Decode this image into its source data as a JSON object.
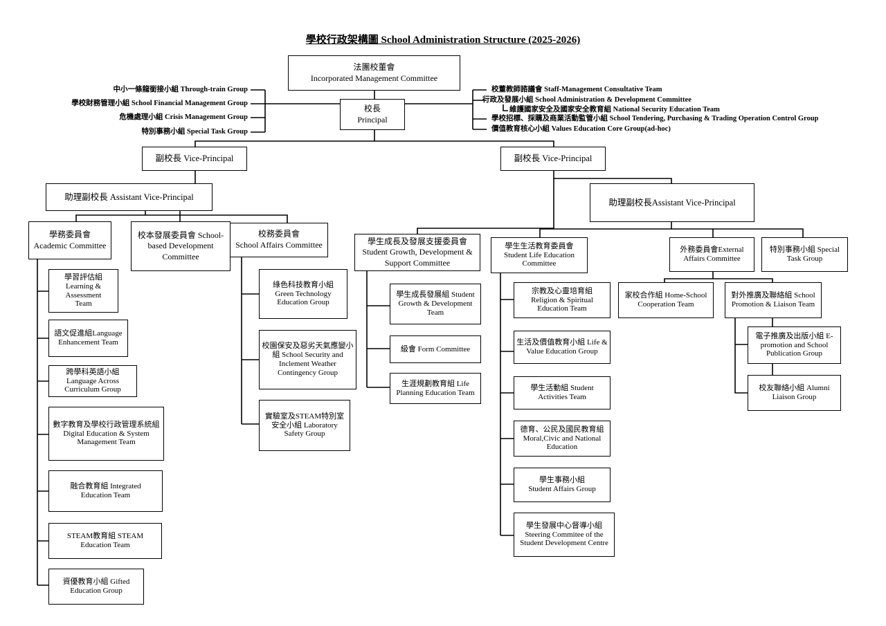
{
  "title": "學校行政架構圖  School Administration Structure (2025-2026)",
  "imc": {
    "zh": "法團校董會",
    "en": "Incorporated Management Committee"
  },
  "principal": {
    "zh": "校長",
    "en": "Principal"
  },
  "left_groups": [
    "中小一條龍銜接小組  Through-train  Group",
    "學校財務管理小組 School Financial Management Group",
    "危機處理小組 Crisis Management Group",
    "特別事務小組 Special Task Group"
  ],
  "right_groups": [
    "校董教師諮議會 Staff-Management Consultative Team",
    "行政及發展小組 School Administration & Development Committee",
    "維護國家安全及國家安全教育組  National Security Education Team",
    "學校招標、採購及商業活動監管小組  School Tendering, Purchasing & Trading Operation Control Group",
    "價值教育核心小組  Values Education Core Group(ad-hoc)"
  ],
  "vp_left": "副校長 Vice-Principal",
  "vp_right": "副校長 Vice-Principal",
  "avp_left": "助理副校長 Assistant Vice-Principal",
  "avp_right": "助理副校長Assistant Vice-Principal",
  "academic": {
    "zh": "學務委員會",
    "en": "Academic Committee",
    "teams": [
      "學習評估組 Learning & Assessment Team",
      "語文促進組Language Enhancement Team",
      "跨學科英語小組 Language Across Curriculum Group",
      "數字教育及學校行政管理系統組 Digital Education & System Management Team",
      "融合教育組 Integrated Education Team",
      "STEAM教育組 STEAM Education Team",
      "資優教育小組 Gifted Education Group"
    ]
  },
  "sbd": "校本發展委員會 School-based Development Committee",
  "school_affairs": {
    "zh": "校務委員會",
    "en": "School Affairs Committee",
    "teams": [
      "綠色科技教育小組 Green Technology Education Group",
      "校園保安及惡劣天氣應變小組 School Security and Inclement Weather Contingency Group",
      "實驗室及STEAM特別室安全小組 Laboratory Safety Group"
    ]
  },
  "growth": {
    "zh": "學生成長及發展支援委員會",
    "en": "Student Growth, Development & Support Committee",
    "teams": [
      "學生成長發展組 Student Growth & Development Team",
      "級會 Form Committee",
      "生涯規劃教育組 Life Planning Education Team"
    ]
  },
  "life": {
    "title": "學生生活教育委員會 Student Life Education Committee",
    "teams": [
      "宗教及心靈培育組 Religion & Spiritual Education Team",
      "生活及價值教育小組 Life & Value Education Group",
      "學生活動組 Student Activities Team",
      "德育、公民及國民教育組 Moral,Civic and National Education",
      "學生事務小組 Student Affairs Group",
      "學生發展中心督導小組 Steering Commitee of the Student Development Centre"
    ]
  },
  "external": {
    "title": "外務委員會External Affairs Committee",
    "home_school": "家校合作組 Home-School Cooperation Team",
    "promotion": "對外推廣及聯絡組 School Promotion & Liaison Team",
    "promo_teams": [
      "電子推廣及出版小組 E-promotion and School Publication Group",
      "校友聯絡小組 Alumni Liaison Group"
    ]
  },
  "special_task": "特別事務小組 Special Task Group"
}
